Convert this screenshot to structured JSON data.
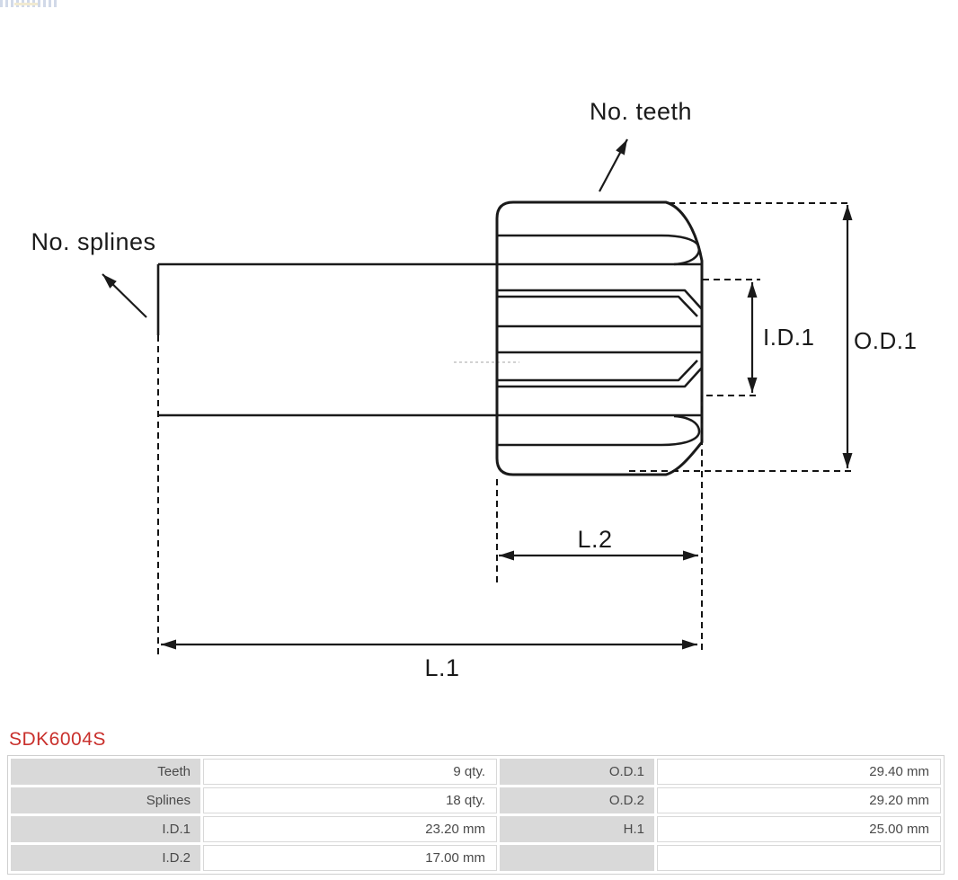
{
  "header": {
    "logo_fragment": "clipped-logo"
  },
  "drawing": {
    "line_color": "#1a1a1a",
    "labels": {
      "no_teeth": "No. teeth",
      "no_splines": "No. splines",
      "id1": "I.D.1",
      "od1": "O.D.1",
      "l2": "L.2",
      "l1": "L.1"
    }
  },
  "part": {
    "number": "SDK6004S",
    "color": "#c9302c"
  },
  "spec_table": {
    "rows": [
      [
        "Teeth",
        "9 qty.",
        "O.D.1",
        "29.40 mm"
      ],
      [
        "Splines",
        "18 qty.",
        "O.D.2",
        "29.20 mm"
      ],
      [
        "I.D.1",
        "23.20 mm",
        "H.1",
        "25.00 mm"
      ],
      [
        "I.D.2",
        "17.00 mm",
        "",
        ""
      ]
    ]
  }
}
